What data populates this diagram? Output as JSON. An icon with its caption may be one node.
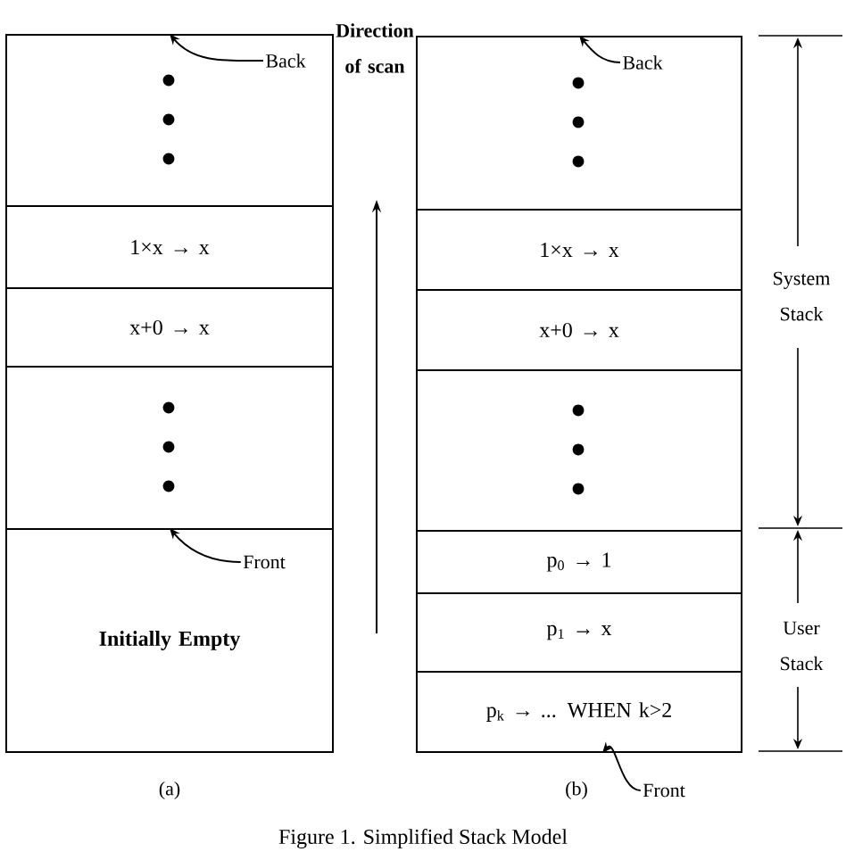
{
  "diagram": {
    "caption": "Figure 1. Simplified Stack Model",
    "nodes": [
      {
        "text": [],
        "shape": "box"
      },
      {
        "text": [
          "1×x → x"
        ]
      },
      {
        "text": [
          "x+0 → x"
        ]
      },
      {
        "text": [],
        "shape": "box"
      },
      {
        "text": [
          "Initially Empty"
        ]
      },
      {
        "text": [],
        "shape": "box"
      },
      {
        "text": [
          "1×x → x"
        ]
      },
      {
        "text": [
          "x+0 → x"
        ]
      },
      {
        "text": [],
        "shape": "box"
      },
      {
        "text": [
          "p$_{0}$ → 1"
        ]
      },
      {
        "text": [
          "p$_{1}$ → x"
        ]
      },
      {
        "text": [
          "p$_{k}$ → ... WHEN k>2"
        ]
      },
      {
        "text": [
          "Back"
        ],
        "in": 0
      },
      {
        "text": [
          "Front"
        ],
        "in": 4
      },
      {
        "text": [
          "Back"
        ],
        "in": 5
      },
      {
        "text": [
          "Front"
        ]
      }
    ],
    "edges": [
      {
        "from": 12,
        "to": 0,
        "arrow": "to"
      },
      {
        "from": 13,
        "to": 4,
        "arrow": "to"
      },
      {
        "from": 14,
        "to": 5,
        "arrow": "to"
      },
      {
        "from": 15,
        "to": 11,
        "arrow": "to"
      }
    ],
    "labels": [
      "Direction of scan",
      "System Stack",
      "User Stack",
      "(a)",
      "(b)"
    ]
  }
}
